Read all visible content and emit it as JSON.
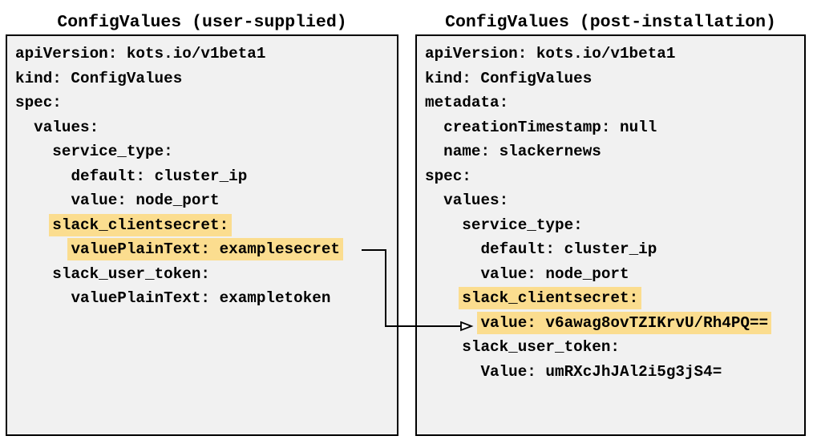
{
  "colors": {
    "highlight": "#FBDD8F",
    "panel_bg": "#F1F1F1",
    "panel_border": "#000000",
    "text": "#000000",
    "arrow": "#000000"
  },
  "left_panel": {
    "title": "ConfigValues (user-supplied)",
    "lines": [
      {
        "indent": 0,
        "text": "apiVersion: kots.io/v1beta1",
        "highlight": false
      },
      {
        "indent": 0,
        "text": "kind: ConfigValues",
        "highlight": false
      },
      {
        "indent": 0,
        "text": "spec:",
        "highlight": false
      },
      {
        "indent": 2,
        "text": "values:",
        "highlight": false
      },
      {
        "indent": 4,
        "text": "service_type:",
        "highlight": false
      },
      {
        "indent": 6,
        "text": "default: cluster_ip",
        "highlight": false
      },
      {
        "indent": 6,
        "text": "value: node_port",
        "highlight": false
      },
      {
        "indent": 4,
        "text": "slack_clientsecret:",
        "highlight": true
      },
      {
        "indent": 6,
        "text": "valuePlainText: examplesecret",
        "highlight": true
      },
      {
        "indent": 4,
        "text": "slack_user_token:",
        "highlight": false
      },
      {
        "indent": 6,
        "text": "valuePlainText: exampletoken",
        "highlight": false
      }
    ]
  },
  "right_panel": {
    "title": "ConfigValues (post-installation)",
    "lines": [
      {
        "indent": 0,
        "text": "apiVersion: kots.io/v1beta1",
        "highlight": false
      },
      {
        "indent": 0,
        "text": "kind: ConfigValues",
        "highlight": false
      },
      {
        "indent": 0,
        "text": "metadata:",
        "highlight": false
      },
      {
        "indent": 2,
        "text": "creationTimestamp: null",
        "highlight": false
      },
      {
        "indent": 2,
        "text": "name: slackernews",
        "highlight": false
      },
      {
        "indent": 0,
        "text": "spec:",
        "highlight": false
      },
      {
        "indent": 2,
        "text": "values:",
        "highlight": false
      },
      {
        "indent": 4,
        "text": "service_type:",
        "highlight": false
      },
      {
        "indent": 6,
        "text": "default: cluster_ip",
        "highlight": false
      },
      {
        "indent": 6,
        "text": "value: node_port",
        "highlight": false
      },
      {
        "indent": 4,
        "text": "slack_clientsecret:",
        "highlight": true
      },
      {
        "indent": 6,
        "text": "value: v6awag8ovTZIKrvU/Rh4PQ==",
        "highlight": true
      },
      {
        "indent": 4,
        "text": "slack_user_token:",
        "highlight": false
      },
      {
        "indent": 6,
        "text": "Value: umRXcJhJAl2i5g3jS4=",
        "highlight": false
      }
    ]
  }
}
